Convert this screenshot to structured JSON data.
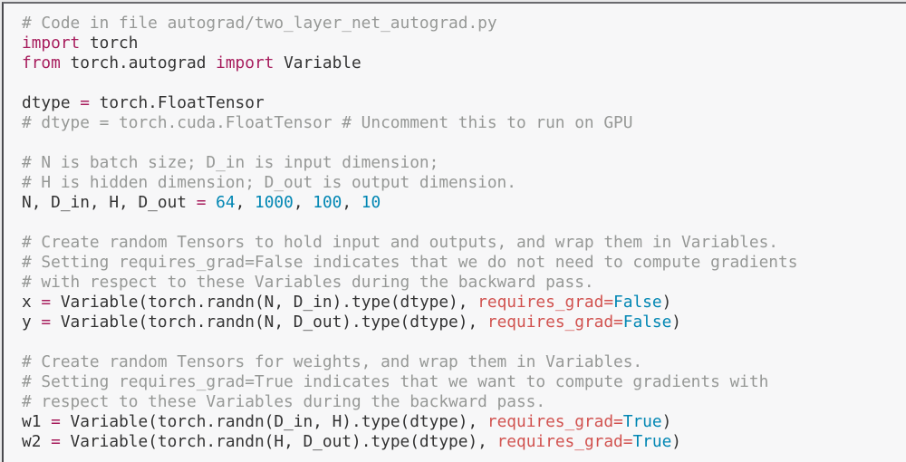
{
  "colors": {
    "keyword": "#a71d5d",
    "comment": "#969896",
    "number": "#0086b3",
    "kwarg": "#d1524f",
    "background": "#f7f7f8"
  },
  "code_lines": [
    [
      [
        "# Code in file autograd/two_layer_net_autograd.py",
        "cm"
      ]
    ],
    [
      [
        "import",
        "kw"
      ],
      [
        " torch",
        "tx"
      ]
    ],
    [
      [
        "from",
        "kw"
      ],
      [
        " torch.autograd ",
        "tx"
      ],
      [
        "import",
        "kw"
      ],
      [
        " Variable",
        "tx"
      ]
    ],
    [],
    [
      [
        "dtype ",
        "tx"
      ],
      [
        "=",
        "op"
      ],
      [
        " torch.FloatTensor",
        "tx"
      ]
    ],
    [
      [
        "# dtype = torch.cuda.FloatTensor # Uncomment this to run on GPU",
        "cm"
      ]
    ],
    [],
    [
      [
        "# N is batch size; D_in is input dimension;",
        "cm"
      ]
    ],
    [
      [
        "# H is hidden dimension; D_out is output dimension.",
        "cm"
      ]
    ],
    [
      [
        "N, D_in, H, D_out ",
        "tx"
      ],
      [
        "=",
        "op"
      ],
      [
        " ",
        "tx"
      ],
      [
        "64",
        "num"
      ],
      [
        ", ",
        "tx"
      ],
      [
        "1000",
        "num"
      ],
      [
        ", ",
        "tx"
      ],
      [
        "100",
        "num"
      ],
      [
        ", ",
        "tx"
      ],
      [
        "10",
        "num"
      ]
    ],
    [],
    [
      [
        "# Create random Tensors to hold input and outputs, and wrap them in Variables.",
        "cm"
      ]
    ],
    [
      [
        "# Setting requires_grad=False indicates that we do not need to compute gradients",
        "cm"
      ]
    ],
    [
      [
        "# with respect to these Variables during the backward pass.",
        "cm"
      ]
    ],
    [
      [
        "x ",
        "tx"
      ],
      [
        "=",
        "op"
      ],
      [
        " Variable(torch.randn(N, D_in).type(dtype), ",
        "tx"
      ],
      [
        "requires_grad=",
        "arg"
      ],
      [
        "False",
        "bool"
      ],
      [
        ")",
        "tx"
      ]
    ],
    [
      [
        "y ",
        "tx"
      ],
      [
        "=",
        "op"
      ],
      [
        " Variable(torch.randn(N, D_out).type(dtype), ",
        "tx"
      ],
      [
        "requires_grad=",
        "arg"
      ],
      [
        "False",
        "bool"
      ],
      [
        ")",
        "tx"
      ]
    ],
    [],
    [
      [
        "# Create random Tensors for weights, and wrap them in Variables.",
        "cm"
      ]
    ],
    [
      [
        "# Setting requires_grad=True indicates that we want to compute gradients with",
        "cm"
      ]
    ],
    [
      [
        "# respect to these Variables during the backward pass.",
        "cm"
      ]
    ],
    [
      [
        "w1 ",
        "tx"
      ],
      [
        "=",
        "op"
      ],
      [
        " Variable(torch.randn(D_in, H).type(dtype), ",
        "tx"
      ],
      [
        "requires_grad=",
        "arg"
      ],
      [
        "True",
        "bool"
      ],
      [
        ")",
        "tx"
      ]
    ],
    [
      [
        "w2 ",
        "tx"
      ],
      [
        "=",
        "op"
      ],
      [
        " Variable(torch.randn(H, D_out).type(dtype), ",
        "tx"
      ],
      [
        "requires_grad=",
        "arg"
      ],
      [
        "True",
        "bool"
      ],
      [
        ")",
        "tx"
      ]
    ]
  ]
}
